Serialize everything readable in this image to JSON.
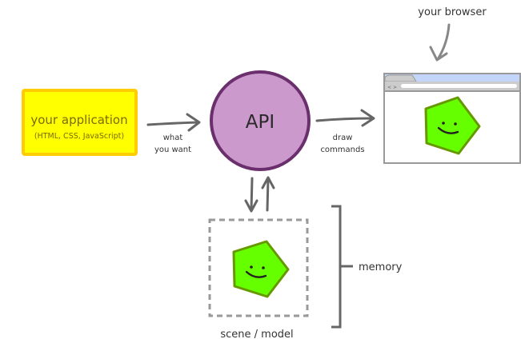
{
  "app": {
    "title": "your application",
    "subtitle": "(HTML, CSS, JavaScript)"
  },
  "api": {
    "label": "API"
  },
  "arrows": {
    "app_to_api": [
      "what",
      "you want"
    ],
    "api_to_browser": [
      "draw",
      "commands"
    ]
  },
  "browser": {
    "label": "your browser",
    "nav_back": "<",
    "nav_forward": ">"
  },
  "scene": {
    "label": "scene / model"
  },
  "memory": {
    "label": "memory"
  },
  "colors": {
    "app_fill": "#ffff00",
    "app_border": "#ffcc00",
    "app_text": "#7a6a00",
    "api_fill": "#cc99cc",
    "api_border": "#6b2f6e",
    "shape_fill": "#66ff00",
    "shape_stroke": "#669900",
    "arrow": "#666666",
    "browser_tab_bar": "#c3d5f9",
    "browser_frame": "#999999"
  }
}
